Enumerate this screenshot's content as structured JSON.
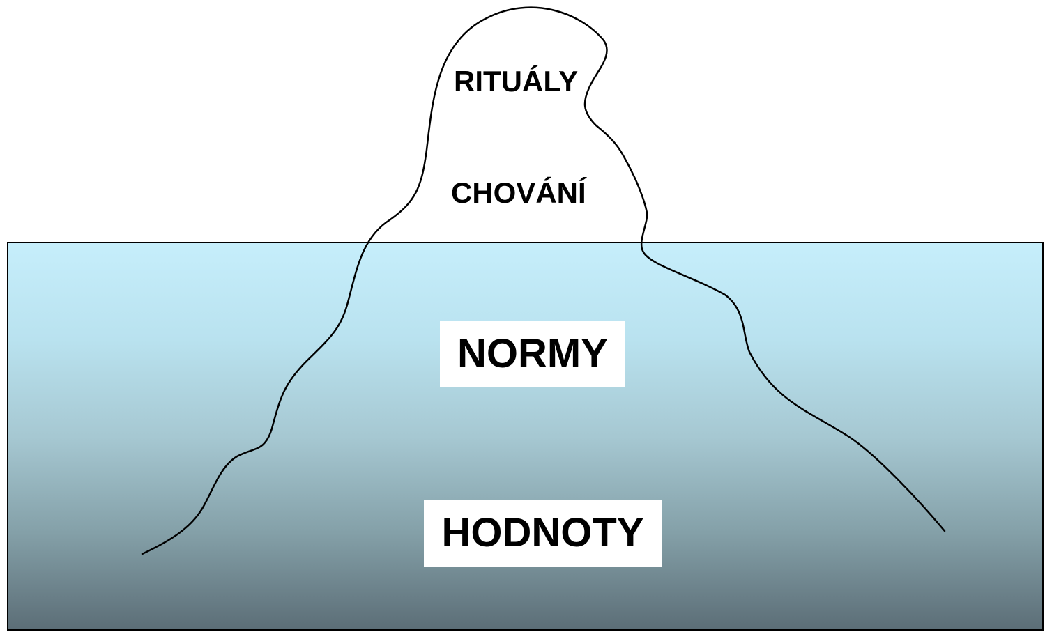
{
  "diagram": {
    "above_water": {
      "rituals_label": "RITUÁLY",
      "behaviour_label": "CHOVÁNÍ"
    },
    "below_water": {
      "norms_label": "NORMY",
      "values_label": "HODNOTY"
    },
    "colors": {
      "water_top": "#c6eefb",
      "water_bottom": "#5c6e77",
      "outline": "#000000",
      "label_box": "#ffffff"
    }
  }
}
